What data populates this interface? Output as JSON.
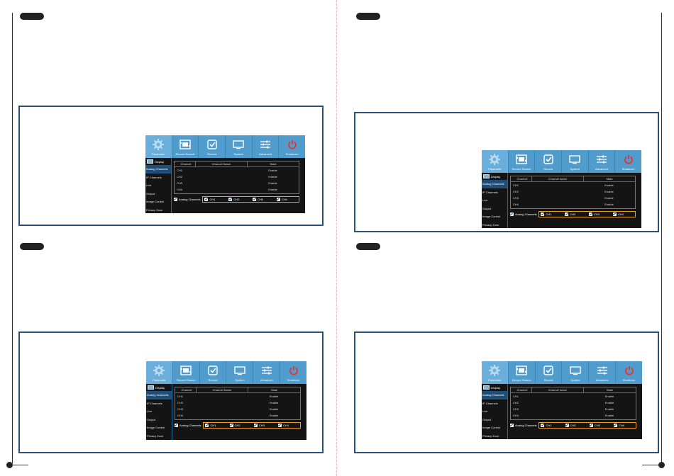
{
  "colors": {
    "frame": "#2c4f7a",
    "topbar": "#4f9ccd",
    "active_tab": "#6aaedb",
    "screen_bg": "#141414",
    "selected_row": "#1e4e78",
    "highlight": "#f0a020",
    "shutdown": "#e8322b"
  },
  "menu": {
    "tabs": [
      {
        "label": "Parameter",
        "icon": "gear-icon"
      },
      {
        "label": "Record Search",
        "icon": "film-icon"
      },
      {
        "label": "Record",
        "icon": "record-icon"
      },
      {
        "label": "System",
        "icon": "monitor-icon"
      },
      {
        "label": "Advanced",
        "icon": "sliders-icon"
      },
      {
        "label": "Shutdown",
        "icon": "power-icon"
      }
    ]
  },
  "sidebar": {
    "header": "Display",
    "items": [
      "Analog Channels",
      "IP Channels",
      "Live",
      "Output",
      "Image Control",
      "Privacy Zone"
    ]
  },
  "table": {
    "headers": [
      "Channel",
      "Channel Name",
      "State"
    ],
    "rows": [
      {
        "channel": "CH1",
        "state": "Enable"
      },
      {
        "channel": "CH2",
        "state": "Enable"
      },
      {
        "channel": "CH3",
        "state": "Enable"
      },
      {
        "channel": "CH4",
        "state": "Enable"
      }
    ]
  },
  "bottom": {
    "all_label": "Analog Channels",
    "channels": [
      "CH1",
      "CH2",
      "CH3",
      "CH4"
    ]
  }
}
